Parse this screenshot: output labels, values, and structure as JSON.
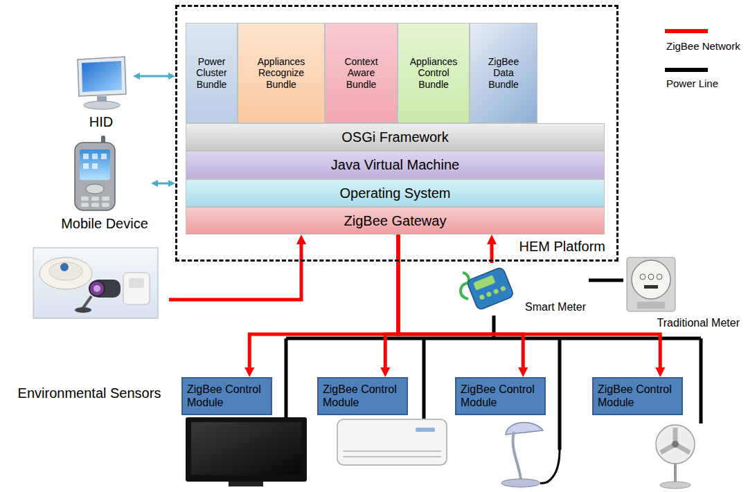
{
  "diagram": {
    "nodes": [
      {
        "text": [
          "HEM Platform"
        ]
      },
      {
        "text": [
          "Power Cluster Bundle"
        ],
        "in": 0
      },
      {
        "text": [
          "Appliances Recognize Bundle"
        ],
        "in": 0
      },
      {
        "text": [
          "Context Aware Bundle"
        ],
        "in": 0
      },
      {
        "text": [
          "Appliances Control Bundle"
        ],
        "in": 0
      },
      {
        "text": [
          "ZigBee Data Bundle"
        ],
        "in": 0
      },
      {
        "text": [
          "OSGi Framework"
        ],
        "in": 0
      },
      {
        "text": [
          "Java Virtual Machine"
        ],
        "in": 0
      },
      {
        "text": [
          "Operating System"
        ],
        "in": 0
      },
      {
        "text": [
          "ZigBee Gateway"
        ],
        "in": 0
      },
      {
        "text": [
          "HID"
        ]
      },
      {
        "text": [
          "Mobile Device"
        ]
      },
      {
        "text": [
          "Environmental Sensors"
        ]
      },
      {
        "text": [
          "Smart Meter"
        ]
      },
      {
        "text": [
          "Traditional Meter"
        ]
      },
      {
        "text": [
          "ZigBee Control Module"
        ]
      },
      {
        "text": [
          "ZigBee Control Module"
        ]
      },
      {
        "text": [
          "ZigBee Control Module"
        ]
      },
      {
        "text": [
          "ZigBee Control Module"
        ]
      }
    ],
    "edges": [
      {
        "from": 10,
        "to": 0,
        "arrow": "both"
      },
      {
        "from": 11,
        "to": 0,
        "arrow": "both"
      },
      {
        "from": 12,
        "to": 9,
        "arrow": "to"
      },
      {
        "from": 13,
        "to": 9,
        "arrow": "to"
      },
      {
        "from": 9,
        "to": 15,
        "arrow": "to"
      },
      {
        "from": 9,
        "to": 16,
        "arrow": "to"
      },
      {
        "from": 9,
        "to": 17,
        "arrow": "to"
      },
      {
        "from": 9,
        "to": 18,
        "arrow": "to"
      },
      {
        "from": 13,
        "to": 14,
        "arrow": "none"
      }
    ],
    "legend": [
      {
        "text": "ZigBee Network"
      },
      {
        "text": "Power Line"
      }
    ]
  }
}
